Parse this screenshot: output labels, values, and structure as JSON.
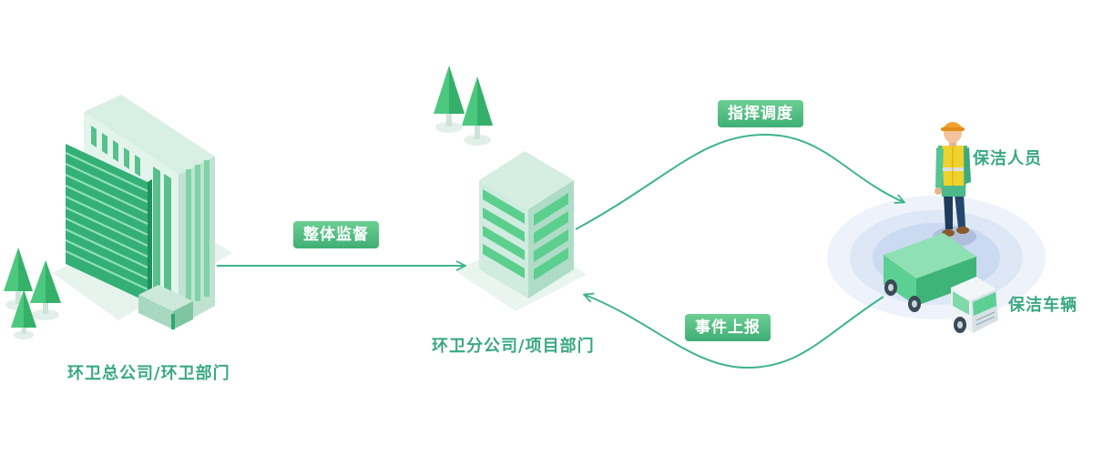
{
  "nodes": {
    "headquarters": "环卫总公司/环卫部门",
    "branch": "环卫分公司/项目部门",
    "cleaner": "保洁人员",
    "vehicle": "保洁车辆"
  },
  "edges": {
    "supervision": "整体监督",
    "dispatch": "指挥调度",
    "report": "事件上报"
  },
  "colors": {
    "primary_green": "#3aa882",
    "arrow": "#3eb489",
    "tag_top": "#6ccf93",
    "tag_bottom": "#3fae73",
    "building_dark": "#2fa574",
    "building_light": "#cfeee0",
    "halo": "#dfe9f7",
    "halo_inner": "#b9cdee",
    "vest": "#f0d22c",
    "helmet": "#f0a22c"
  },
  "icons": [
    "tree-icon",
    "office-building-icon",
    "branch-building-icon",
    "worker-icon",
    "garbage-truck-icon"
  ]
}
